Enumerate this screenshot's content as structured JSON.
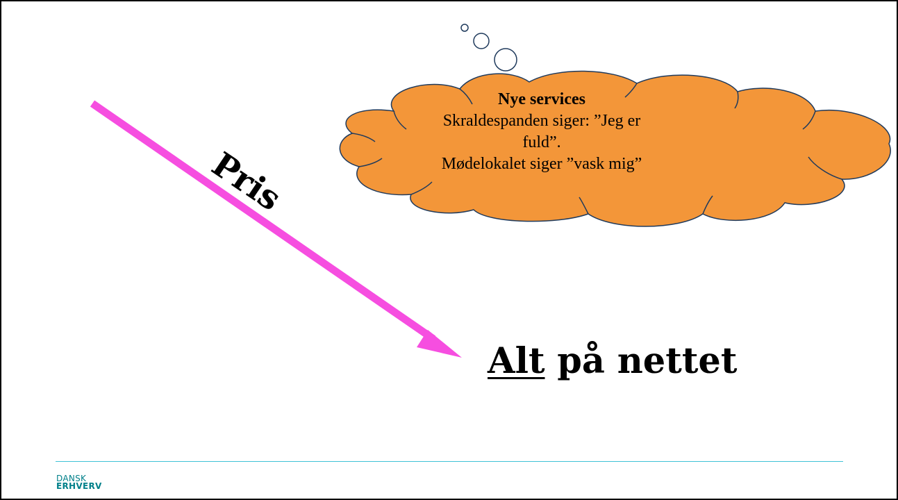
{
  "slide": {
    "pris_label": "Pris",
    "cloud": {
      "title": "Nye services",
      "line1": "Skraldespanden siger: ”Jeg er fuld”.",
      "line2": "Mødelokalet siger ”vask mig”",
      "fill_color": "#f39639",
      "outline_color": "#1f3a5c"
    },
    "headline": {
      "underlined": "Alt",
      "rest": " på nettet"
    },
    "arrow_color": "#f64ee0",
    "footer_rule_color": "#3fc2d6",
    "logo": {
      "line1": "DANSK",
      "line2": "ERHVERV",
      "color": "#00808a"
    }
  }
}
